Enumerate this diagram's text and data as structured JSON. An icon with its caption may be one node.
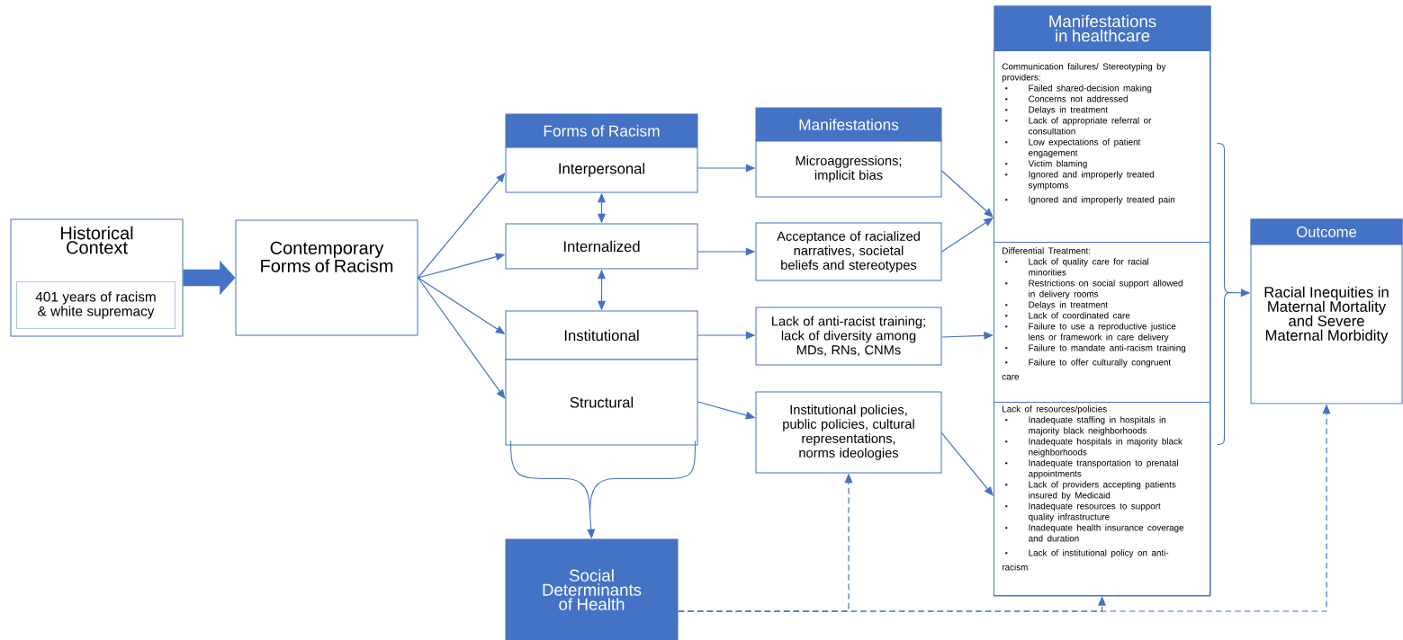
{
  "diagram": {
    "nodes": [
      {
        "text": [
          "Historical Context"
        ]
      },
      {
        "text": [
          "401 years of racism & white supremacy"
        ],
        "in": 0
      },
      {
        "text": [
          "Contemporary Forms of Racism"
        ]
      },
      {
        "text": [
          "Forms of Racism"
        ]
      },
      {
        "text": [
          "Interpersonal"
        ]
      },
      {
        "text": [
          "Internalized"
        ]
      },
      {
        "text": [
          "Institutional"
        ]
      },
      {
        "text": [
          "Structural"
        ]
      },
      {
        "text": [
          "Manifestations"
        ]
      },
      {
        "text": [
          "Microaggressions; implicit bias"
        ]
      },
      {
        "text": [
          "Acceptance of racialized narratives, societal beliefs and stereotypes"
        ]
      },
      {
        "text": [
          "Lack of anti-racist training; lack of diversity among MDs, RNs, CNMs"
        ]
      },
      {
        "text": [
          "Institutional policies, public policies, cultural representations, norms ideologies"
        ]
      },
      {
        "text": [
          "Manifestations in healthcare"
        ]
      },
      {
        "text": [
          "Communication failures/ Stereotyping by providers:",
          "Failed shared-decision making",
          "Concerns not addressed",
          "Delays in treatment",
          "Lack of appropriate referral or consultation",
          "Low expectations of patient engagement",
          "Victim blaming",
          "Ignored and improperly treated symptoms",
          "Ignored and improperly treated pain"
        ],
        "in": 13
      },
      {
        "text": [
          "Differential Treatment:",
          "Lack of quality care for racial minorities",
          "Restrictions on social support allowed in delivery rooms",
          "Delays in treatment",
          "Lack of coordinated care",
          "Failure to use a reproductive justice lens or framework in care delivery",
          "Failure to mandate anti-racism training",
          "Failure to offer culturally congruent care"
        ],
        "in": 13
      },
      {
        "text": [
          "Lack of resources/policies",
          "Inadequate staffing in hospitals in majority black neighborhoods",
          "Inadequate hospitals in majority black neighborhoods",
          "Inadequate transportation to prenatal appointments",
          "Lack of providers accepting patients insured by Medicaid",
          "Inadequate resources to support quality infrastructure",
          "Inadequate health insurance coverage and duration",
          "Lack of institutional policy on anti-racism"
        ],
        "in": 13
      },
      {
        "text": [
          "Outcome",
          "Racial Inequities in Maternal Mortality and Severe Maternal Morbidity"
        ]
      },
      {
        "text": [
          "Social Determinants of Health"
        ]
      }
    ],
    "edges": [
      {
        "from": 0,
        "to": 2,
        "arrow": "to",
        "style": "thick"
      },
      {
        "from": 2,
        "to": 4,
        "arrow": "to"
      },
      {
        "from": 2,
        "to": 5,
        "arrow": "to"
      },
      {
        "from": 2,
        "to": 6,
        "arrow": "to"
      },
      {
        "from": 2,
        "to": 7,
        "arrow": "to"
      },
      {
        "from": 4,
        "to": 5,
        "arrow": "both"
      },
      {
        "from": 5,
        "to": 6,
        "arrow": "both"
      },
      {
        "from": 4,
        "to": 9,
        "arrow": "to"
      },
      {
        "from": 5,
        "to": 10,
        "arrow": "to"
      },
      {
        "from": 6,
        "to": 11,
        "arrow": "to"
      },
      {
        "from": 7,
        "to": 12,
        "arrow": "to"
      },
      {
        "from": 9,
        "to": 14,
        "arrow": "to"
      },
      {
        "from": 10,
        "to": 14,
        "arrow": "to"
      },
      {
        "from": 11,
        "to": 15,
        "arrow": "to"
      },
      {
        "from": 12,
        "to": 16,
        "arrow": "to"
      },
      {
        "from": 13,
        "to": 17,
        "arrow": "to"
      },
      {
        "from": 7,
        "to": 18,
        "arrow": "to"
      },
      {
        "from": 18,
        "to": 12,
        "arrow": "to",
        "style": "dashed"
      },
      {
        "from": 18,
        "to": 16,
        "arrow": "to",
        "style": "dashed"
      },
      {
        "from": 18,
        "to": 17,
        "arrow": "to",
        "style": "dashed"
      }
    ]
  }
}
